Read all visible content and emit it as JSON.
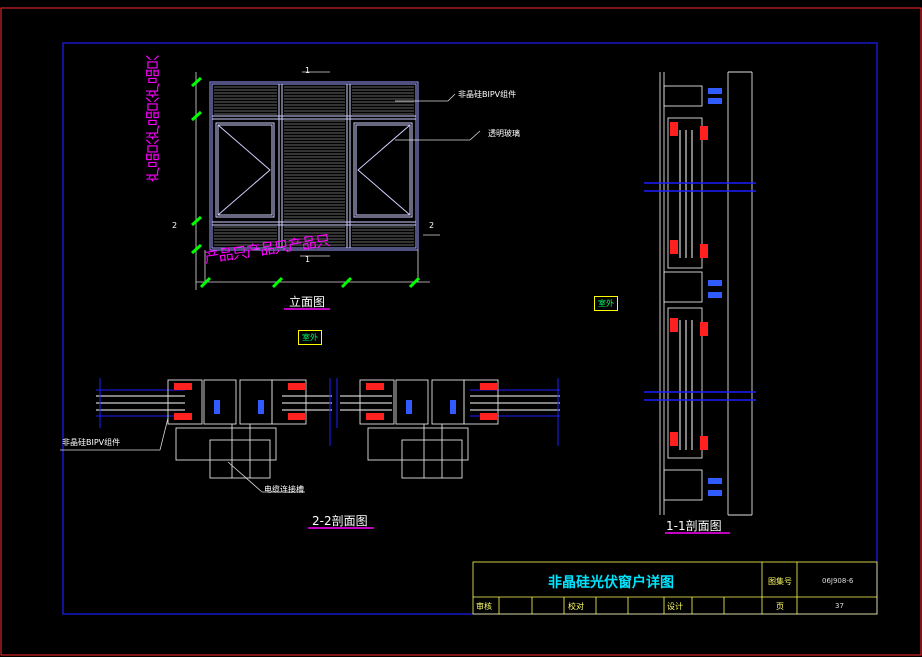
{
  "sheet": {
    "title": "非晶硅光伏窗户详图",
    "drawing_no_label": "图集号",
    "drawing_no_value": "06J908-6",
    "page_label": "页",
    "page_value": "37",
    "row_labels": [
      "审核",
      "校对",
      "设计"
    ]
  },
  "views": {
    "elevation_title": "立面图",
    "section22_title": "2-2剖面图",
    "section11_title": "1-1剖面图"
  },
  "annotations": {
    "bipv_module_top": "非晶硅BIPV组件",
    "clear_glass": "透明玻璃",
    "bipv_module_left": "非晶硅BIPV组件",
    "cable_slot": "电缆连接槽",
    "exterior_1": "室外",
    "exterior_2": "室外",
    "section_mark_1_top": "1",
    "section_mark_1_bottom": "1",
    "section_mark_2_left": "2",
    "section_mark_2_right": "2"
  },
  "watermarks": {
    "vertical": "产品只产品只产品只",
    "horizontal": "产品只产品只产品只"
  },
  "colors": {
    "frame_border": "#1e1eff",
    "outer_border": "#ff2a2a",
    "drawing_line": "#e6e6e6",
    "dimension": "#7f7fff",
    "accent_cyan": "#00e5ff",
    "seal_red": "#ff2020",
    "bolt_blue": "#2f5bff",
    "marker_green": "#00ff00",
    "watermark": "#ff00ff",
    "underline": "#ff00ff"
  }
}
